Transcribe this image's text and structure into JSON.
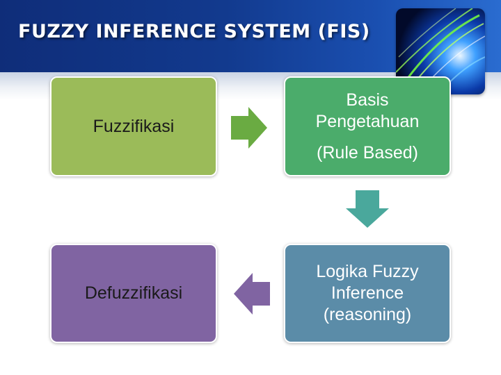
{
  "header": {
    "title": "FUZZY INFERENCE SYSTEM (FIS)"
  },
  "diagram": {
    "nodes": {
      "fuzzifikasi": "Fuzzifikasi",
      "basis_line1": "Basis",
      "basis_line2": "Pengetahuan",
      "basis_sub": "(Rule Based)",
      "logika_line1": "Logika Fuzzy",
      "logika_line2": "Inference",
      "logika_line3": "(reasoning)",
      "defuzzifikasi": "Defuzzifikasi"
    },
    "flow": [
      "fuzzifikasi",
      "basis",
      "logika",
      "defuzzifikasi"
    ]
  },
  "colors": {
    "header": "#123a8e",
    "fuzzifikasi": "#9bbb59",
    "basis": "#4bac6b",
    "logika": "#5b8ca8",
    "defuzzifikasi": "#8064a2",
    "arrow_right": "#6aab42",
    "arrow_down": "#4aa89c",
    "arrow_left": "#8064a2"
  }
}
